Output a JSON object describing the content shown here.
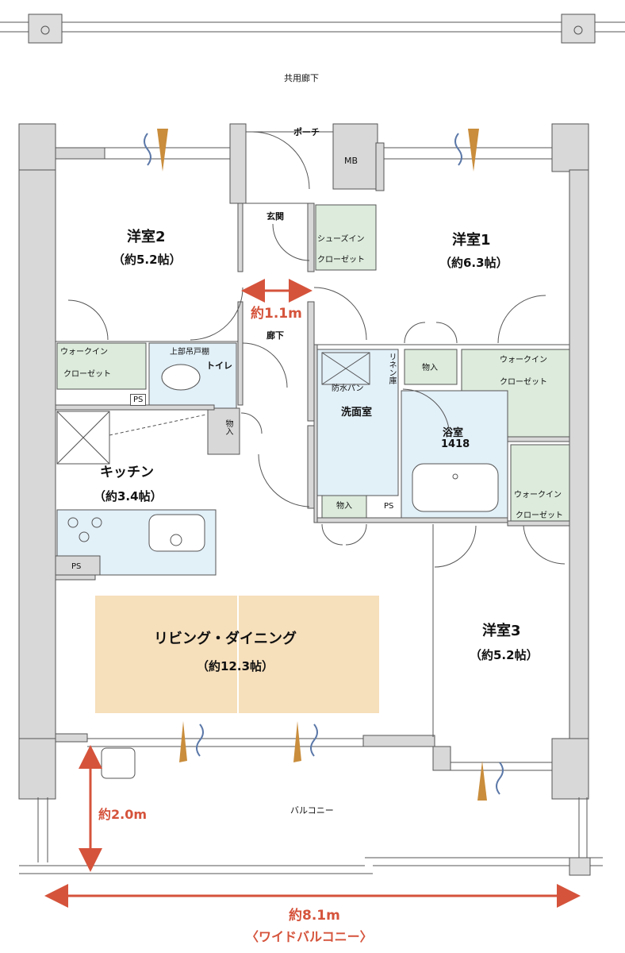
{
  "labels": {
    "corridor": "共用廊下",
    "porch": "ポーチ",
    "mb": "MB",
    "entrance": "玄関",
    "shoe_closet_1": "シューズイン",
    "shoe_closet_2": "クローゼット",
    "room2_name": "洋室2",
    "room2_size": "（約5.2帖）",
    "room1_name": "洋室1",
    "room1_size": "（約6.3帖）",
    "hall_width": "約1.1m",
    "hall": "廊下",
    "wic_left_1": "ウォークイン",
    "wic_left_2": "クローゼット",
    "upper_shelf": "上部吊戸棚",
    "toilet": "トイレ",
    "ps_left": "PS",
    "storage_center": "物入",
    "waterproof_pan": "防水パン",
    "linen": "リネン庫",
    "storage_right": "物入",
    "wic_right_1": "ウォークイン",
    "wic_right_2": "クローゼット",
    "washroom": "洗面室",
    "bath_name": "浴室",
    "bath_size": "1418",
    "kitchen_name": "キッチン",
    "kitchen_size": "（約3.4帖）",
    "storage_wash": "物入",
    "ps_wash": "PS",
    "wic_r3_1": "ウォークイン",
    "wic_r3_2": "クローゼット",
    "ps_kitchen": "PS",
    "living_name": "リビング・ダイニング",
    "living_size": "（約12.3帖）",
    "room3_name": "洋室3",
    "room3_size": "（約5.2帖）",
    "balcony": "バルコニー",
    "balcony_depth": "約2.0m",
    "balcony_width": "約8.1m",
    "wide_balcony": "〈ワイドバルコニー〉"
  },
  "colors": {
    "wall": "#d8d8d8",
    "wall_stroke": "#555555",
    "closet": "#dcebdc",
    "wet_area": "#e2f0f8",
    "kitchen_counter": "#e2f0f8",
    "living_floor": "#f6dfbb",
    "dimension": "#d5533b",
    "window_arrow": "#c98d3c",
    "airflow": "#5b78a8"
  }
}
